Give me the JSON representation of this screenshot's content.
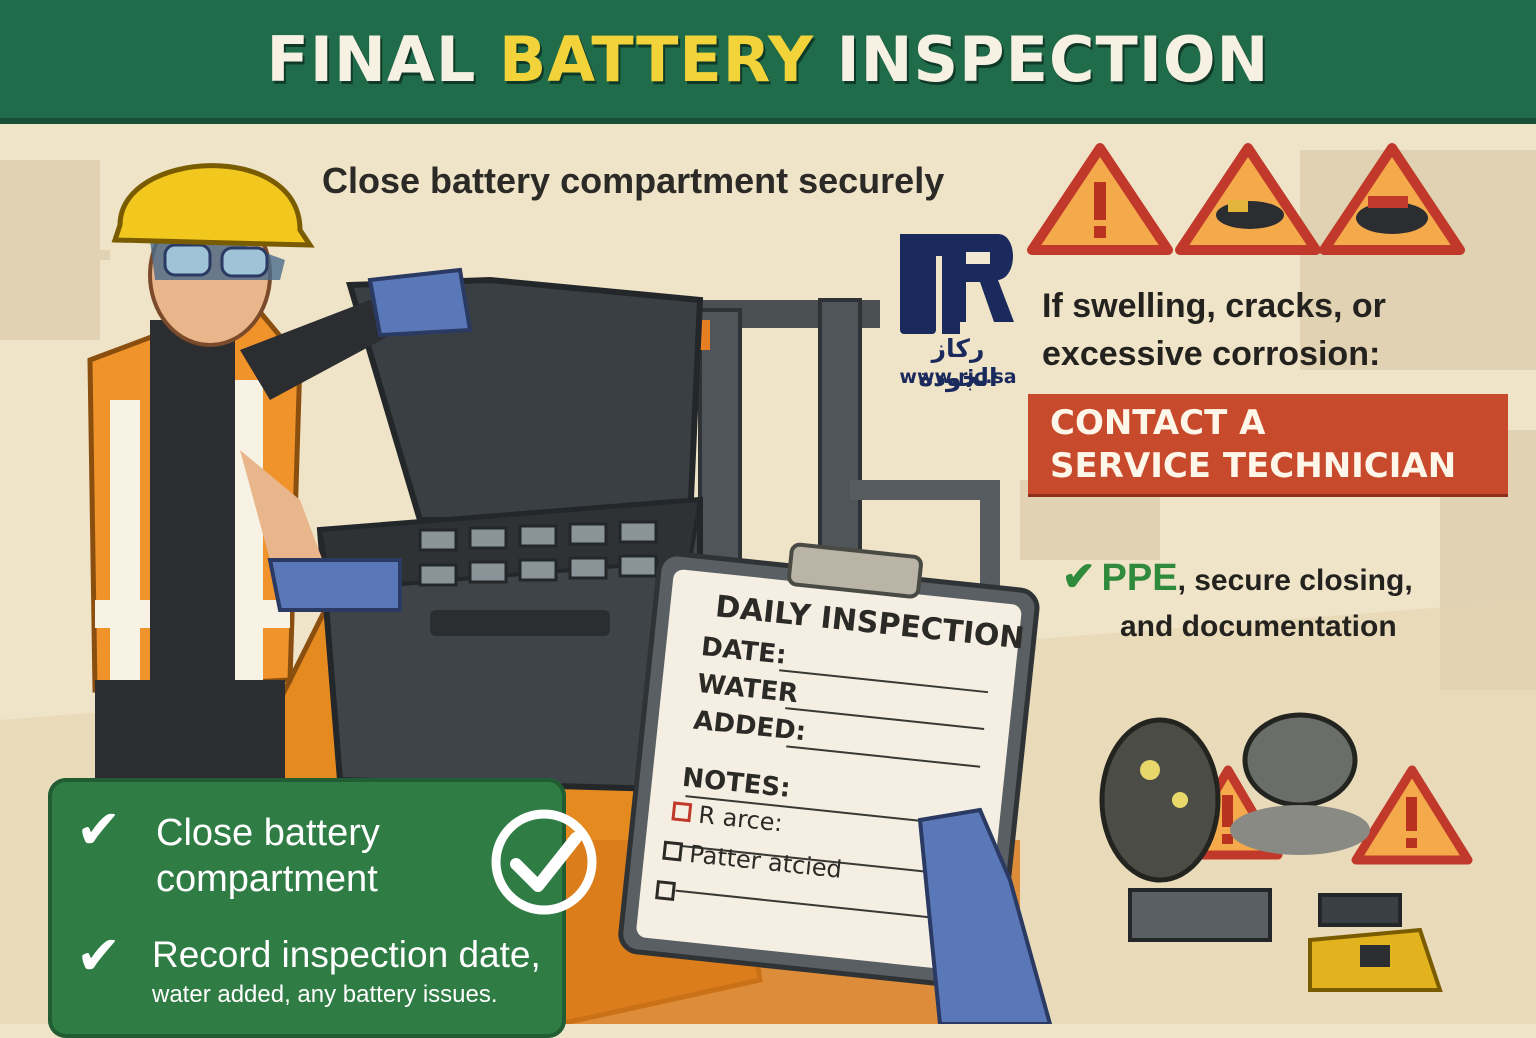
{
  "header": {
    "title_part1": "FINAL ",
    "title_highlight": "BATTERY",
    "title_part2": " INSPECTION"
  },
  "caption": "Close battery compartment securely",
  "logo": {
    "arabic": "ركاز الجودة",
    "url": "www.rjc.sa"
  },
  "condition": {
    "line1": "If swelling, cracks, or",
    "line2": "excessive corrosion:"
  },
  "contact": {
    "line1": "CONTACT A",
    "line2": "SERVICE TECHNICIAN"
  },
  "ppe": {
    "strong": "PPE",
    "rest": ", secure closing,",
    "line2": "and documentation"
  },
  "clipboard": {
    "title": "DAILY INSPECTION",
    "date_label": "DATE:",
    "water_label": "WATER",
    "added_label": "ADDED:",
    "notes_label": "NOTES:",
    "item1": "R arce:",
    "item2": "Patter atcied"
  },
  "checklist": {
    "item1_line1": "Close battery",
    "item1_line2": "compartment",
    "item2_line1": "Record inspection date,",
    "item2_line2": "water added, any battery issues."
  },
  "colors": {
    "header_green": "#1f6b4a",
    "title_yellow": "#f2d43a",
    "alert_red": "#c84a2c",
    "check_green": "#2f8a3c",
    "logo_navy": "#1b2a5c"
  }
}
